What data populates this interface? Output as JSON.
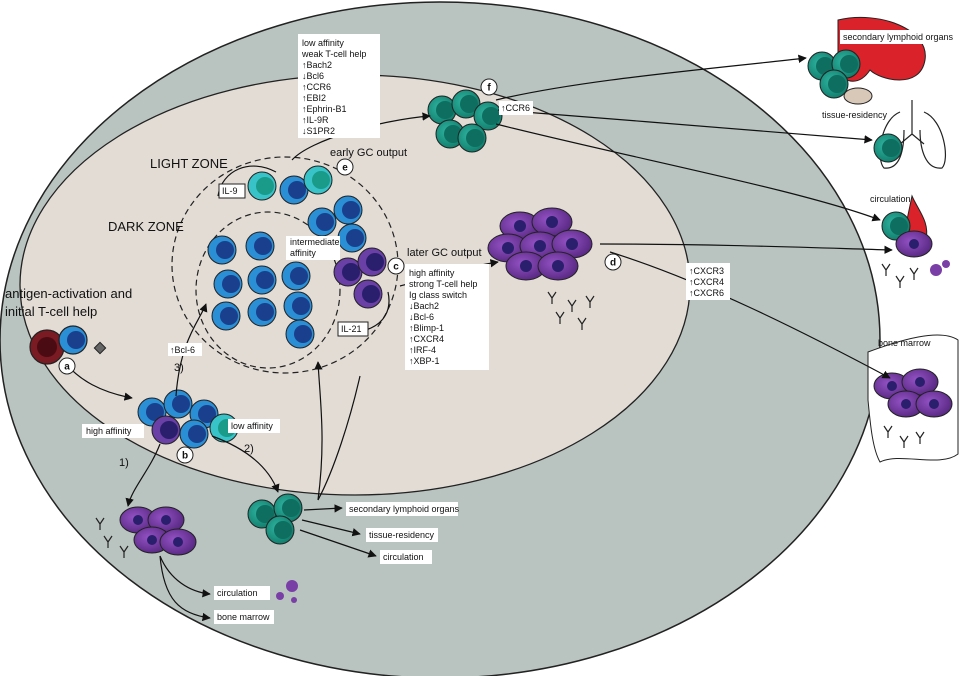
{
  "zones": {
    "light": "LIGHT ZONE",
    "dark": "DARK ZONE"
  },
  "labels": {
    "antigen_line1": "antigen-activation and",
    "antigen_line2": "initial T-cell help",
    "early_gc": "early GC output",
    "later_gc": "later GC output",
    "intermediate_line1": "intermediate",
    "intermediate_line2": "affinity",
    "il9": "IL-9",
    "il21": "IL-21",
    "bcl6_up": "↑Bcl-6",
    "high_affinity": "high affinity",
    "low_affinity": "low affinity",
    "ccr6_up": "↑CCR6",
    "secondary_lymphoid_top": "secondary lymphoid organs",
    "tissue_residency_top": "tissue-residency",
    "circulation_top": "circulation",
    "bone_marrow_right": "bone marrow",
    "secondary_lymphoid_bottom": "secondary lymphoid organs",
    "tissue_residency_bottom": "tissue-residency",
    "circulation_bottom": "circulation",
    "circulation_left": "circulation",
    "bone_marrow_left": "bone marrow"
  },
  "steps": {
    "a": "a",
    "b": "b",
    "c": "c",
    "d": "d",
    "e": "e",
    "f": "f"
  },
  "paths": {
    "p1": "1)",
    "p2": "2)",
    "p3": "3)"
  },
  "early_output_box": [
    "low affinity",
    "weak T-cell help",
    "↑Bach2",
    "↓Bcl6",
    "↑CCR6",
    "↑EBI2",
    "↑Ephrin-B1",
    "↑IL-9R",
    "↓S1PR2"
  ],
  "late_output_box": [
    "high affinity",
    "strong T-cell help",
    "Ig class switch",
    "↓Bach2",
    "↓Bcl-6",
    "↑Blimp-1",
    "↑CXCR4",
    "↑IRF-4",
    "↑XBP-1"
  ],
  "cxcr_box": [
    "↑CXCR3",
    "↑CXCR4",
    "↑CXCR6"
  ],
  "colors": {
    "outer": "#b9c3c0",
    "inner": "#e2dcd5",
    "memory": "#1a9a88",
    "gc_blue": "#1f5fae",
    "dark_blue": "#1a3f8c",
    "cyan": "#38c3c8",
    "plasma": "#7a3fa6",
    "maroon": "#7a1a22",
    "organ_red": "#d9222a"
  }
}
